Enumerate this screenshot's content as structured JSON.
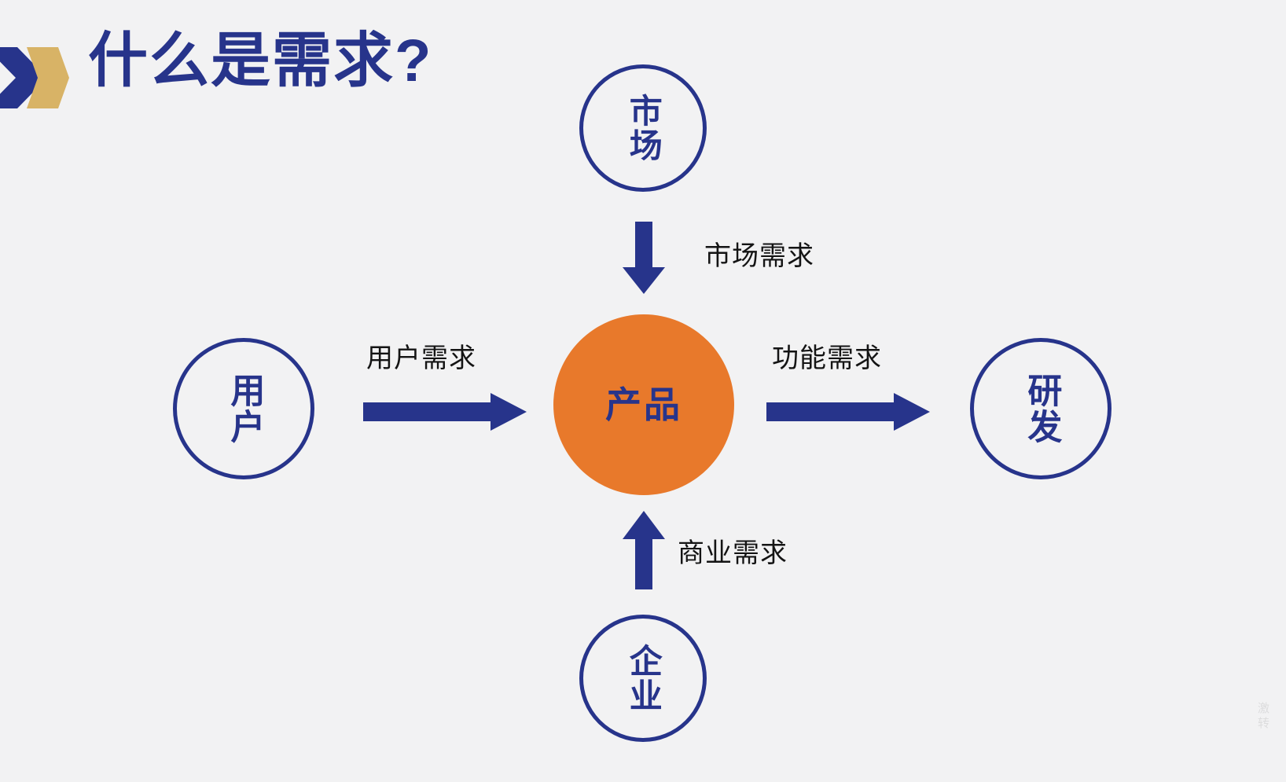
{
  "slide": {
    "background_color": "#f2f2f3",
    "title": "什么是需求?",
    "title_color": "#27348b",
    "accent_gold": "#d8b366",
    "accent_orange": "#e8792b",
    "icons": {
      "chevron": "double-chevron-right-icon"
    }
  },
  "diagram": {
    "type": "hub-and-spoke",
    "center": {
      "id": "product",
      "label": "产品",
      "fill_color": "#e8792b",
      "text_color": "#27348b",
      "text_orientation": "horizontal"
    },
    "nodes": [
      {
        "id": "market",
        "label": "市场",
        "position": "top",
        "stroke_color": "#27348b",
        "text_color": "#27348b",
        "text_orientation": "vertical"
      },
      {
        "id": "user",
        "label": "用户",
        "position": "left",
        "stroke_color": "#27348b",
        "text_color": "#27348b",
        "text_orientation": "vertical"
      },
      {
        "id": "rnd",
        "label": "研发",
        "position": "right",
        "stroke_color": "#27348b",
        "text_color": "#27348b",
        "text_orientation": "vertical"
      },
      {
        "id": "enterprise",
        "label": "企业",
        "position": "bottom",
        "stroke_color": "#27348b",
        "text_color": "#27348b",
        "text_orientation": "vertical"
      }
    ],
    "edges": [
      {
        "id": "market-to-product",
        "from": "market",
        "to": "product",
        "label": "市场需求",
        "direction": "down",
        "color": "#27348b"
      },
      {
        "id": "user-to-product",
        "from": "user",
        "to": "product",
        "label": "用户需求",
        "direction": "right",
        "color": "#27348b"
      },
      {
        "id": "product-to-rnd",
        "from": "product",
        "to": "rnd",
        "label": "功能需求",
        "direction": "right",
        "color": "#27348b"
      },
      {
        "id": "enterprise-to-product",
        "from": "enterprise",
        "to": "product",
        "label": "商业需求",
        "direction": "up",
        "color": "#27348b"
      }
    ]
  },
  "watermark": {
    "line1": "激",
    "line2": "转"
  }
}
